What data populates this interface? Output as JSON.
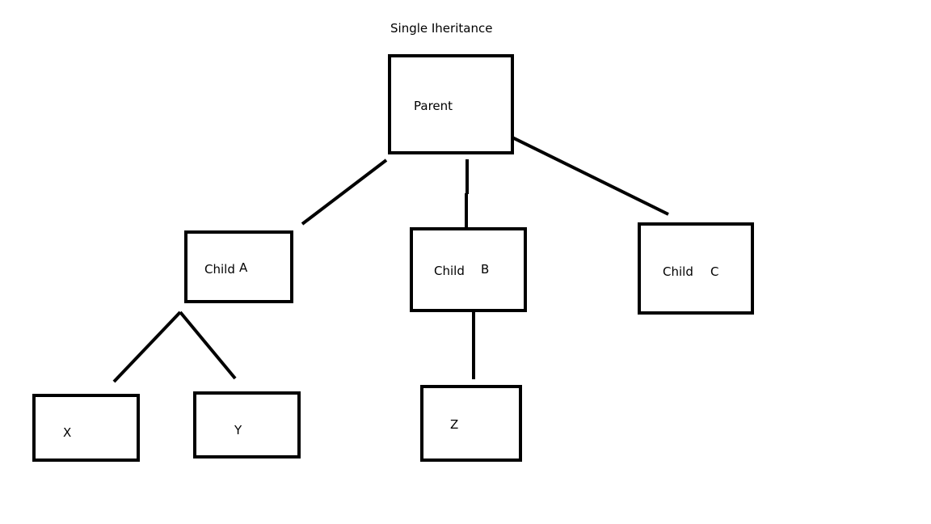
{
  "diagram": {
    "title": "Single Iheritance",
    "nodes": {
      "parent": {
        "label": "Parent"
      },
      "child_a": {
        "label_word": "Child",
        "label_letter": "A"
      },
      "child_b": {
        "label_word": "Child",
        "label_letter": "B"
      },
      "child_c": {
        "label_word": "Child",
        "label_letter": "C"
      },
      "x": {
        "label": "X"
      },
      "y": {
        "label": "Y"
      },
      "z": {
        "label": "Z"
      }
    },
    "edges": [
      {
        "from": "Parent",
        "to": "Child A"
      },
      {
        "from": "Parent",
        "to": "Child B"
      },
      {
        "from": "Parent",
        "to": "Child C"
      },
      {
        "from": "Child A",
        "to": "X"
      },
      {
        "from": "Child A",
        "to": "Y"
      },
      {
        "from": "Child B",
        "to": "Z"
      }
    ],
    "colors": {
      "stroke": "#000000",
      "background": "#ffffff"
    }
  }
}
